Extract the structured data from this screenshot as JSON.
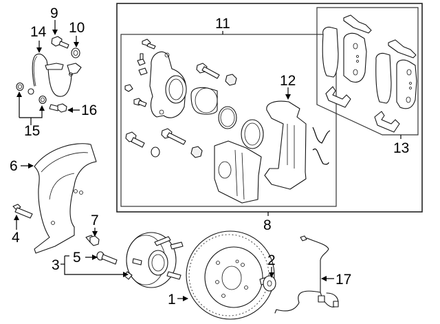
{
  "diagram": {
    "title": "Front brake assembly exploded parts diagram",
    "callouts": [
      {
        "id": "1",
        "label": "1",
        "part": "brake-rotor"
      },
      {
        "id": "2",
        "label": "2",
        "part": "rotor-screw"
      },
      {
        "id": "3",
        "label": "3",
        "part": "hub-bearing-assembly"
      },
      {
        "id": "4",
        "label": "4",
        "part": "splash-shield-bolt"
      },
      {
        "id": "5",
        "label": "5",
        "part": "wheel-stud"
      },
      {
        "id": "6",
        "label": "6",
        "part": "splash-shield"
      },
      {
        "id": "7",
        "label": "7",
        "part": "hub-bolt"
      },
      {
        "id": "8",
        "label": "8",
        "part": "caliper-assembly"
      },
      {
        "id": "9",
        "label": "9",
        "part": "banjo-bolt"
      },
      {
        "id": "10",
        "label": "10",
        "part": "washer"
      },
      {
        "id": "11",
        "label": "11",
        "part": "caliper-repair-kit"
      },
      {
        "id": "12",
        "label": "12",
        "part": "caliper-support"
      },
      {
        "id": "13",
        "label": "13",
        "part": "brake-pads"
      },
      {
        "id": "14",
        "label": "14",
        "part": "brake-hose"
      },
      {
        "id": "15",
        "label": "15",
        "part": "hose-gaskets"
      },
      {
        "id": "16",
        "label": "16",
        "part": "hose-bracket-bolt"
      },
      {
        "id": "17",
        "label": "17",
        "part": "abs-wheel-speed-sensor"
      }
    ]
  }
}
